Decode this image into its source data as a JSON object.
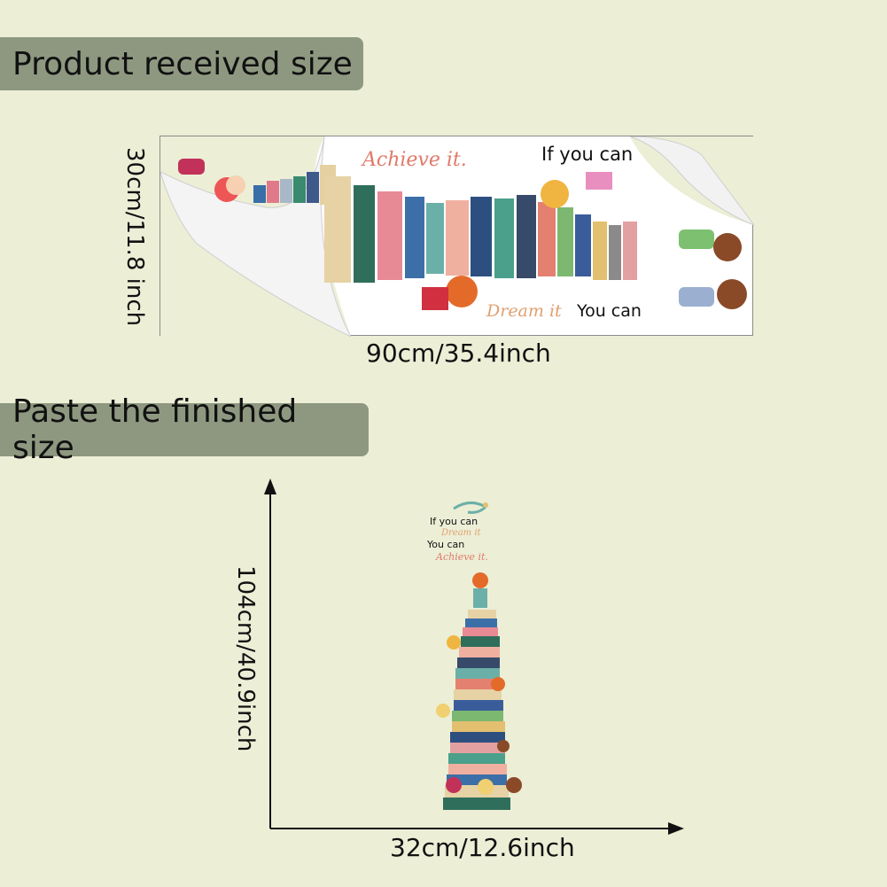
{
  "sections": {
    "received_label": "Product received size",
    "finished_label": "Paste the finished size"
  },
  "received": {
    "height_dim": "30cm/11.8 inch",
    "width_dim": "90cm/35.4inch",
    "phrases": {
      "achieve": "Achieve it.",
      "if_you_can": "If you can",
      "dream": "Dream it",
      "you_can": "You can"
    }
  },
  "finished": {
    "height_dim": "104cm/40.9inch",
    "width_dim": "32cm/12.6inch",
    "phrases": {
      "if_you_can": "If you can",
      "dream": "Dream it",
      "you_can": "You can",
      "achieve": "Achieve it."
    }
  },
  "colors": {
    "background": "#eceed6",
    "label_bg": "#8e9880",
    "accent_script": "#e07a6a"
  }
}
